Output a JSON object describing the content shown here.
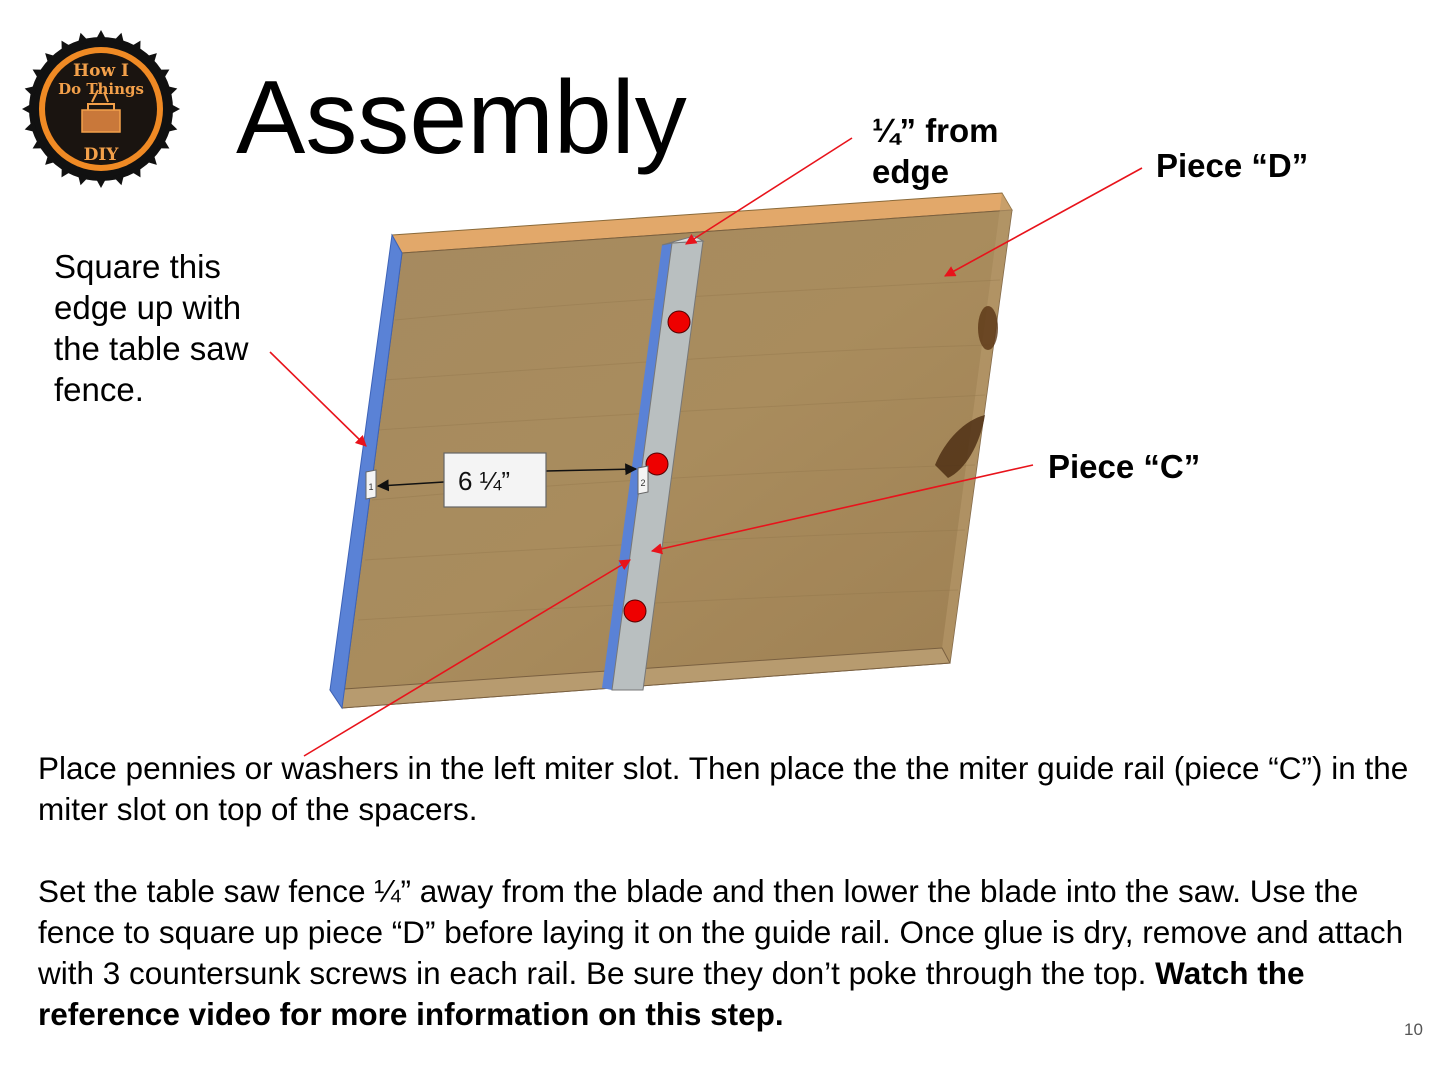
{
  "logo": {
    "line1": "How I",
    "line2": "Do Things",
    "line3": "DIY",
    "icon": "toolbox-saw-blade-logo"
  },
  "title": "Assembly",
  "callouts": {
    "edge_note": "Square this edge up with the table saw fence.",
    "quarter_line1": "¼” from",
    "quarter_line2": "edge",
    "piece_d": "Piece “D”",
    "piece_c": "Piece “C”"
  },
  "diagram": {
    "dimension_label": "6 ¼”",
    "marker_1": "1",
    "marker_2": "2"
  },
  "body": {
    "para1": "Place pennies or washers in the left miter slot.  Then place the the miter guide rail (piece “C”) in the miter slot on top of the spacers.",
    "para2_plain": "Set the table saw fence ¼” away from the blade and then lower the blade into the saw. Use the fence to square up piece “D” before laying it on the guide rail.  Once glue is dry, remove and attach with 3 countersunk screws in each rail.  Be sure they don’t poke through the top.  ",
    "para2_bold": "Watch the reference video for more information on this step."
  },
  "page_number": "10",
  "colors": {
    "arrow": "#e8131b",
    "dot": "#ee0000",
    "wood": "#a88a5c",
    "blue_edge": "#5a82d6"
  }
}
